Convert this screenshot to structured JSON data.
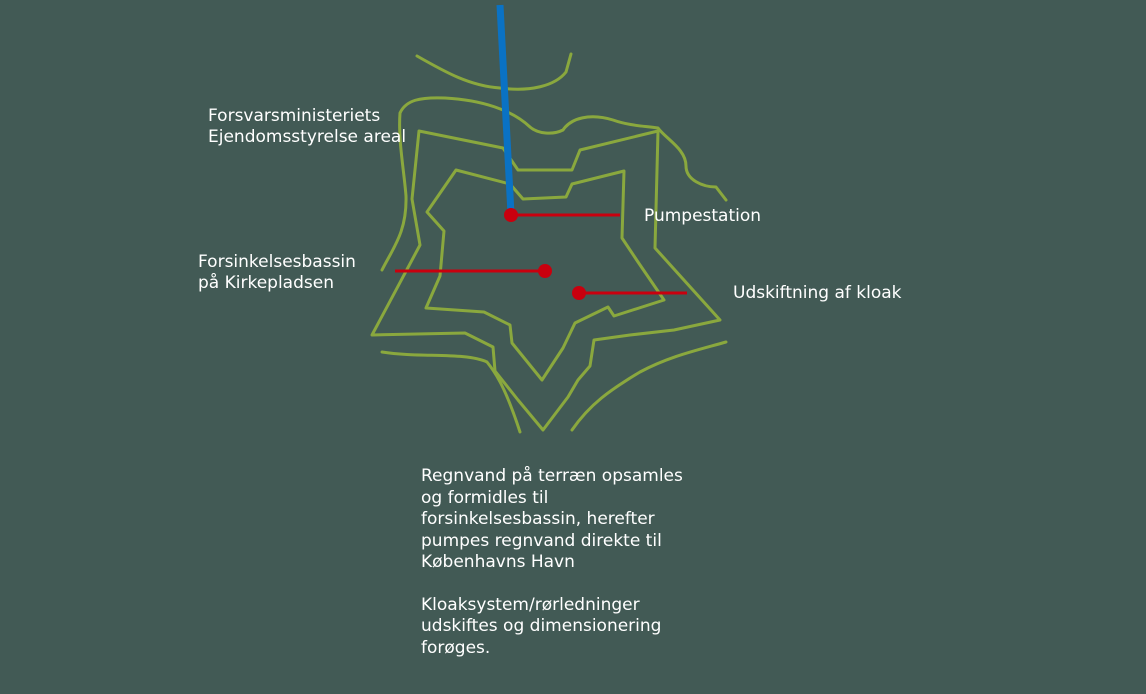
{
  "colors": {
    "background": "#425a55",
    "outline": "#8aa83e",
    "pipe": "#0a72c4",
    "marker": "#c9000e",
    "text": "#ffffff"
  },
  "labels": {
    "defence_area": [
      "Forsvarsministeriets",
      "Ejendomsstyrelse areal"
    ],
    "pump_station": [
      "Pumpestation"
    ],
    "basin": [
      "Forsinkelsesbassin",
      "på Kirkepladsen"
    ],
    "sewer_replacement": [
      "Udskiftning af kloak"
    ]
  },
  "notes": {
    "rainwater": [
      "Regnvand på terræn opsamles",
      "og formidles til",
      "forsinkelsesbassin, herefter",
      "pumpes regnvand direkte til",
      "Københavns Havn"
    ],
    "sewer": [
      "Kloaksystem/rørledninger",
      "udskiftes og dimensionering",
      "forøges."
    ]
  }
}
